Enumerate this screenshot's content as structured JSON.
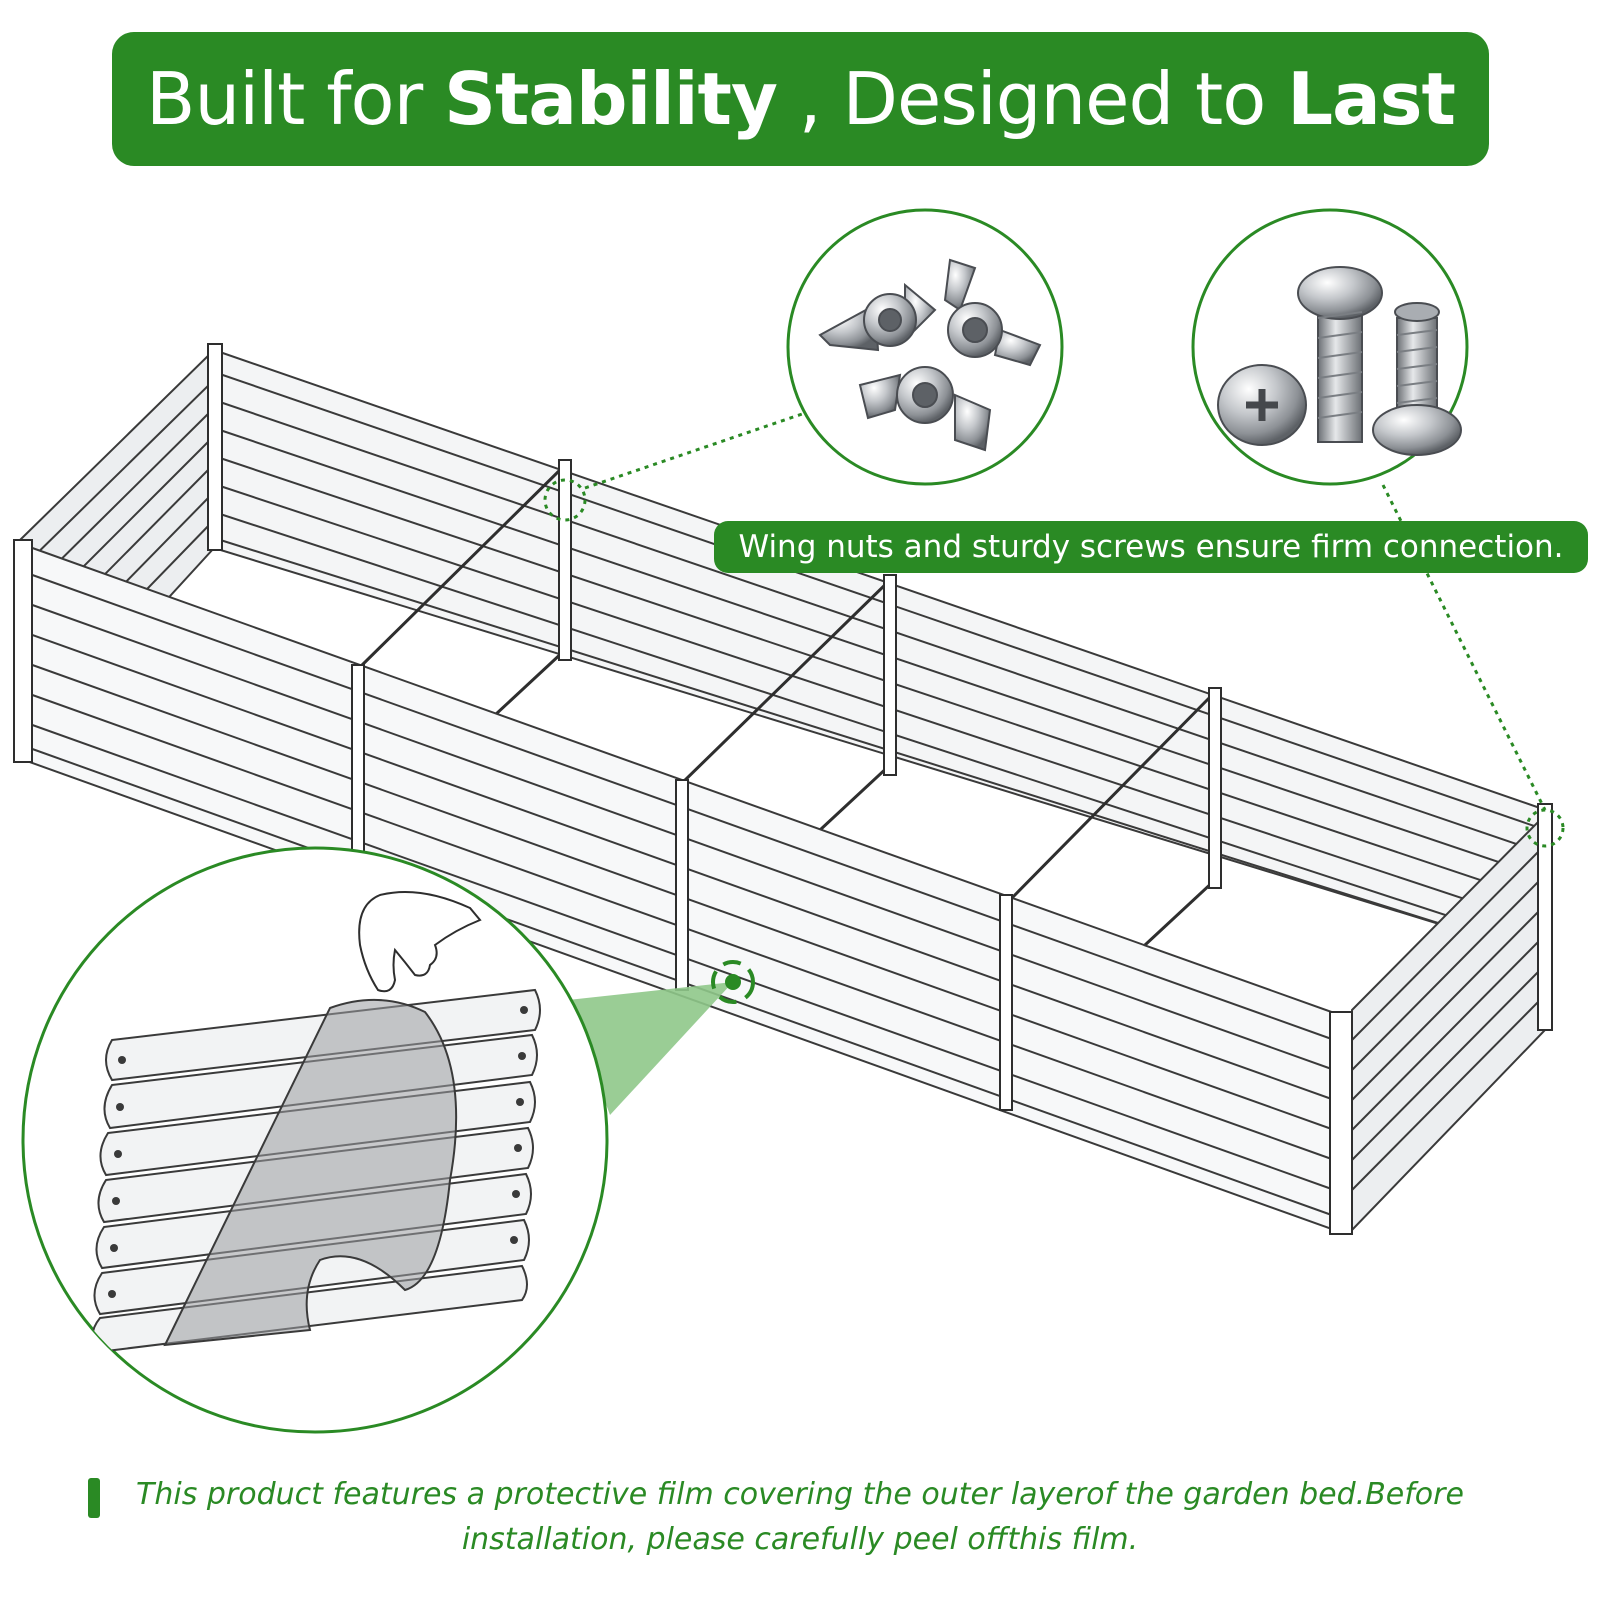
{
  "headline": {
    "part1": "Built for ",
    "emphasis1": "Stability",
    "part2": " , Designed to ",
    "emphasis2": "Last"
  },
  "callout": {
    "text": "Wing nuts and sturdy screws ensure firm connection."
  },
  "footnote": {
    "line1": "This product features a protective film covering the outer layerof the garden bed.Before",
    "line2": "installation, please carefully peel offthis film."
  },
  "colors": {
    "brand_green": "#2a8a24",
    "light_green": "#8fc88a",
    "metal": "#c9cbcf",
    "outline": "#3a3a3a"
  },
  "icons": {
    "wing_nut": "wing-nut-icon",
    "screw": "screw-icon",
    "hand": "hand-icon"
  }
}
